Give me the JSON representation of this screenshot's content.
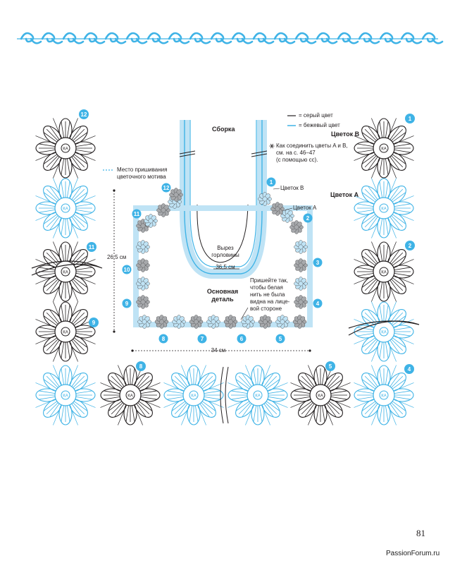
{
  "legend": {
    "gray_label": "= серый цвет",
    "beige_label": "= бежевый цвет",
    "gray_color": "#231f20",
    "beige_color": "#3fb3e6",
    "flower_b": "Цветок B",
    "flower_a": "Цветок A",
    "note_icon": "snowflake-icon",
    "note_lines": [
      "Как соединить цветы A и B,",
      "см. на с. 46–47",
      "(с помощью сс)."
    ]
  },
  "sewing_note": {
    "lines": [
      "Место пришивания",
      "цветочного мотива"
    ]
  },
  "assembly": {
    "title": "Сборка",
    "neckline_lines": [
      "Вырез",
      "горловины"
    ],
    "neckline_measure": "36,5 см",
    "main_part_lines": [
      "Основная",
      "деталь"
    ],
    "sew_note_lines": [
      "Пришейте так,",
      "чтобы белая",
      "нить не была",
      "видна на лице-",
      "вой стороне"
    ],
    "label_flower_b": "Цветок B",
    "label_flower_a": "Цветок A",
    "height_measure": "26,5 см",
    "width_measure": "34 см"
  },
  "numbers": [
    "1",
    "2",
    "3",
    "4",
    "5",
    "6",
    "7",
    "8",
    "9",
    "10",
    "11",
    "12"
  ],
  "motif_center_text": "КА",
  "page_number": "81",
  "watermark": "PassionForum.ru",
  "colors": {
    "blue": "#3fb3e6",
    "gray": "#a7a9ac",
    "light_blue": "#bfe3f5",
    "ink": "#231f20"
  }
}
